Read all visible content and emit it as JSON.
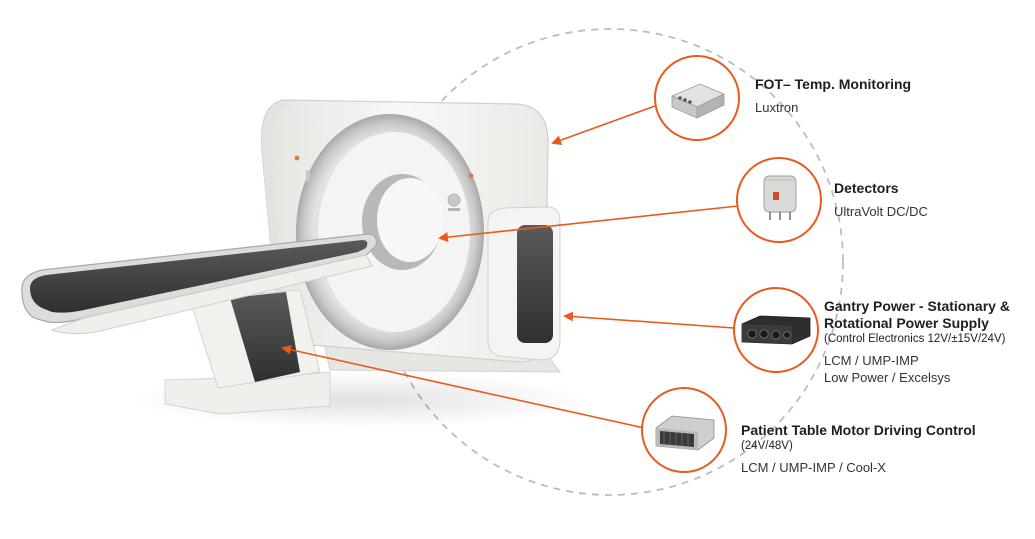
{
  "colors": {
    "accent": "#e85a1e",
    "ring": "#bdbdbd",
    "machine": "#f3f3f1",
    "dark": "#3d3d3d"
  },
  "callouts": [
    {
      "title": [
        "FOT– Temp. Monitoring"
      ],
      "note": "",
      "products": [
        "Luxtron"
      ],
      "icon": "temperature-monitor-device-icon"
    },
    {
      "title": [
        "Detectors"
      ],
      "note": "",
      "products": [
        "UltraVolt DC/DC"
      ],
      "icon": "hv-converter-module-icon"
    },
    {
      "title": [
        "Gantry Power - Stationary &",
        "Rotational Power Supply"
      ],
      "note": "(Control Electronics 12V/±15V/24V)",
      "products": [
        "LCM / UMP-IMP",
        "Low Power / Excelsys"
      ],
      "icon": "rack-power-supply-icon"
    },
    {
      "title": [
        "Patient Table Motor Driving Control"
      ],
      "note": "(24V/48V)",
      "products": [
        "LCM / UMP-IMP / Cool-X"
      ],
      "icon": "enclosed-power-supply-icon"
    }
  ]
}
